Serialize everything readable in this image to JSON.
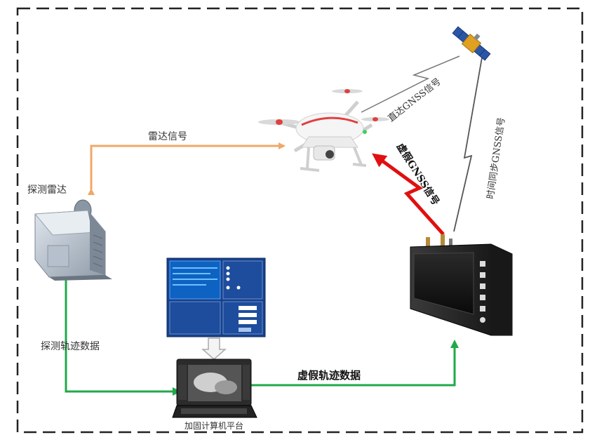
{
  "labels": {
    "radar_signal": "雷达信号",
    "detection_radar": "探测雷达",
    "detected_track_data": "探测轨迹数据",
    "rugged_computer_platform": "加固计算机平台",
    "fake_track_data": "虚假轨迹数据",
    "fake_gnss_signal": "虚假GNSS信号",
    "direct_gnss_signal": "直达GNSS信号",
    "time_sync_gnss_signal": "时间同步GNSS信号"
  },
  "colors": {
    "radar_signal_arrow": "#f0a868",
    "data_arrow": "#1faa4a",
    "fake_gnss_arrow": "#e01010",
    "gnss_line": "#555555",
    "border": "#222222"
  },
  "icons": {
    "drone": "quadcopter-drone-icon",
    "satellite": "satellite-icon",
    "radar": "radar-unit-icon",
    "laptop": "rugged-laptop-icon",
    "screen": "software-screen-icon",
    "spoofer": "gnss-spoofer-device-icon"
  }
}
